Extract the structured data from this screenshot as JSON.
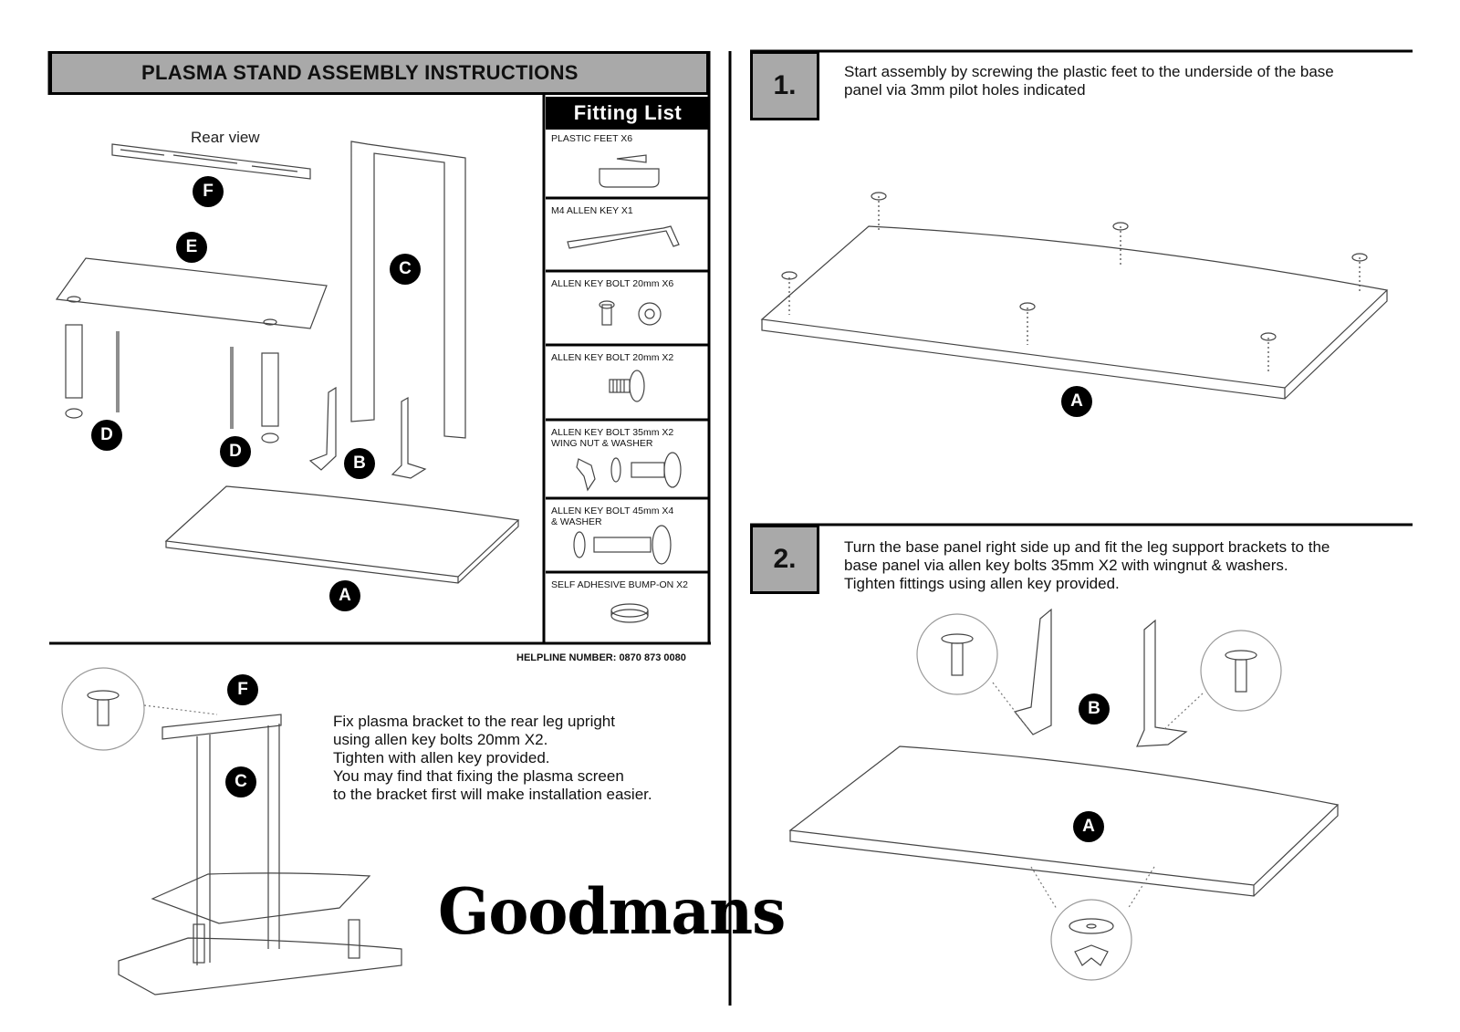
{
  "header": {
    "title": "PLASMA STAND ASSEMBLY INSTRUCTIONS"
  },
  "parts_view": {
    "rear_view_label": "Rear view"
  },
  "part_labels": {
    "a": "A",
    "b": "B",
    "c": "C",
    "d": "D",
    "e": "E",
    "f": "F"
  },
  "fitting_list": {
    "heading": "Fitting List",
    "items": [
      {
        "label": "PLASTIC FEET X6"
      },
      {
        "label": "M4 ALLEN KEY X1"
      },
      {
        "label": "ALLEN KEY BOLT 20mm X6"
      },
      {
        "label": "ALLEN KEY BOLT 20mm X2"
      },
      {
        "label": "ALLEN KEY BOLT 35mm X2",
        "label2": "WING NUT & WASHER"
      },
      {
        "label": "ALLEN KEY BOLT 45mm X4",
        "label2": "& WASHER"
      },
      {
        "label": "SELF ADHESIVE BUMP-ON X2"
      }
    ]
  },
  "helpline": "HELPLINE NUMBER: 0870 873 0080",
  "bracket_step": {
    "lines": [
      "Fix plasma bracket to the rear leg upright",
      "using allen key bolts 20mm X2.",
      "Tighten with allen key provided.",
      "You may find that fixing the plasma screen",
      "to the bracket first will make installation easier."
    ]
  },
  "brand": {
    "logo_text": "Goodmans"
  },
  "steps": [
    {
      "number": "1.",
      "lines": [
        "Start assembly by screwing the plastic feet to the underside of the base",
        "panel via 3mm pilot holes indicated"
      ]
    },
    {
      "number": "2.",
      "lines": [
        "Turn the base panel right side up and fit the leg support brackets to the",
        "base panel via allen key bolts 35mm X2 with wingnut & washers.",
        "Tighten fittings using allen key provided."
      ]
    }
  ]
}
